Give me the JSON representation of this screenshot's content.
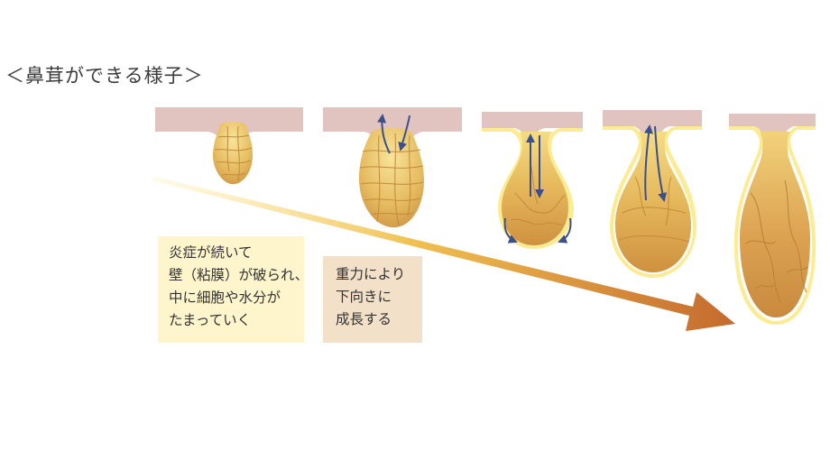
{
  "title": "＜鼻茸ができる様子＞",
  "callouts": [
    {
      "lines": [
        "炎症が続いて",
        "壁（粘膜）が破られ、",
        "中に細胞や水分が",
        "たまっていく"
      ]
    },
    {
      "lines": [
        "重力により",
        "下向きに",
        "成長する"
      ]
    }
  ],
  "colors": {
    "mucosa": "#e1c3c0",
    "mucosa_edge": "#c9a9a5",
    "polyp_light": "#f4dd8c",
    "polyp_dark": "#c98f3e",
    "lining": "#fbeb92",
    "flow_arrow": "#3a4f8c",
    "growth_arrow_start": "#fbe27a",
    "growth_arrow_end": "#c46a2e",
    "callout_1_bg": "#fff5cc",
    "callout_2_bg": "#f2e0c8"
  }
}
